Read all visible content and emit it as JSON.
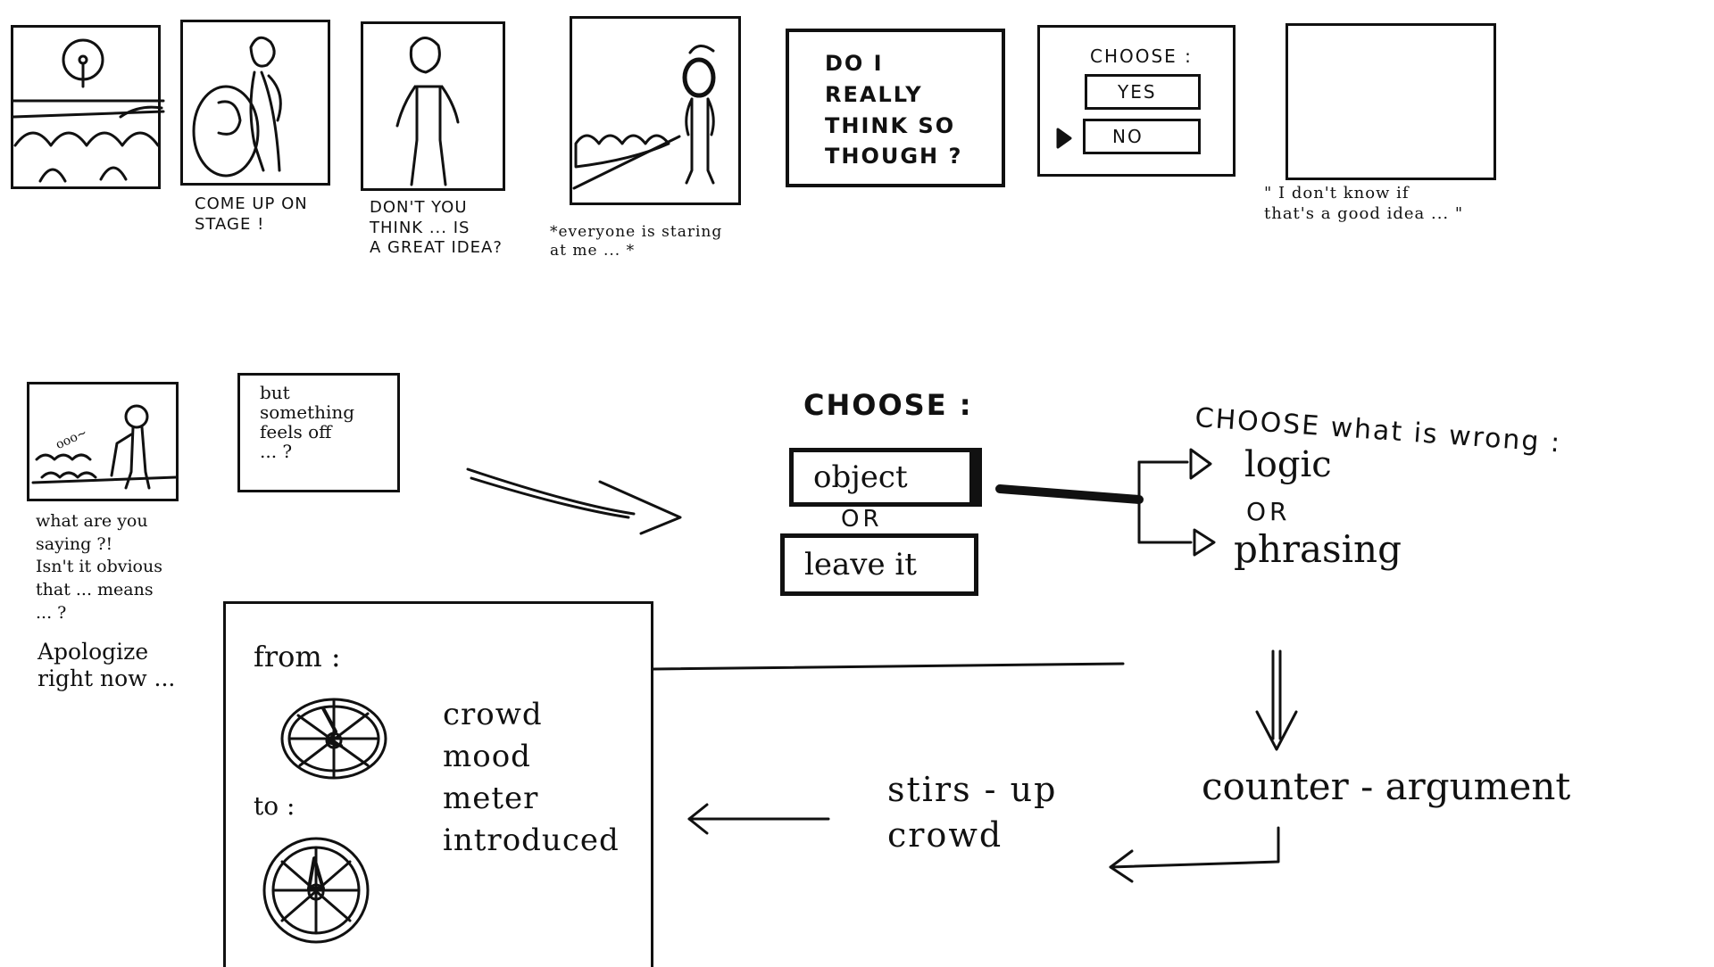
{
  "storyboard_top": {
    "p2_caption": "COME  UP  ON\nSTAGE !",
    "p3_caption": "DON'T  YOU\nTHINK ... IS\nA GREAT IDEA?",
    "p4_caption": "*everyone  is  staring\nat  me ... *",
    "p5_text": "DO  I\nREALLY\nTHINK  SO\nTHOUGH ?",
    "p6_title": "CHOOSE :",
    "p6_yes": "YES",
    "p6_no": "NO",
    "p7_caption": "\"  I don't know  if\nthat's  a  good  idea ...  \""
  },
  "storyboard_bottom": {
    "p1_caption": "what  are  you\nsaying ?!\nIsn't  it  obvious\nthat  ...  means\n... ?",
    "p1_caption2": "Apologize\nright  now ...",
    "p2_text": "but\nsomething\nfeels  off\n... ?",
    "p1_sound": "ooo~"
  },
  "flow": {
    "choose_label": "CHOOSE :",
    "object_option": "object",
    "or_label": "OR",
    "leave_option": "leave  it",
    "choose_wrong_label": "CHOOSE  what  is  wrong :",
    "logic_option": "logic",
    "or_label_2": "OR",
    "phrasing_option": "phrasing",
    "counter_argument": "counter - argument",
    "stirs_up": "stirs - up\ncrowd",
    "from_label": "from :",
    "to_label": "to :",
    "meter_text": "crowd\nmood\nmeter\nintroduced"
  }
}
